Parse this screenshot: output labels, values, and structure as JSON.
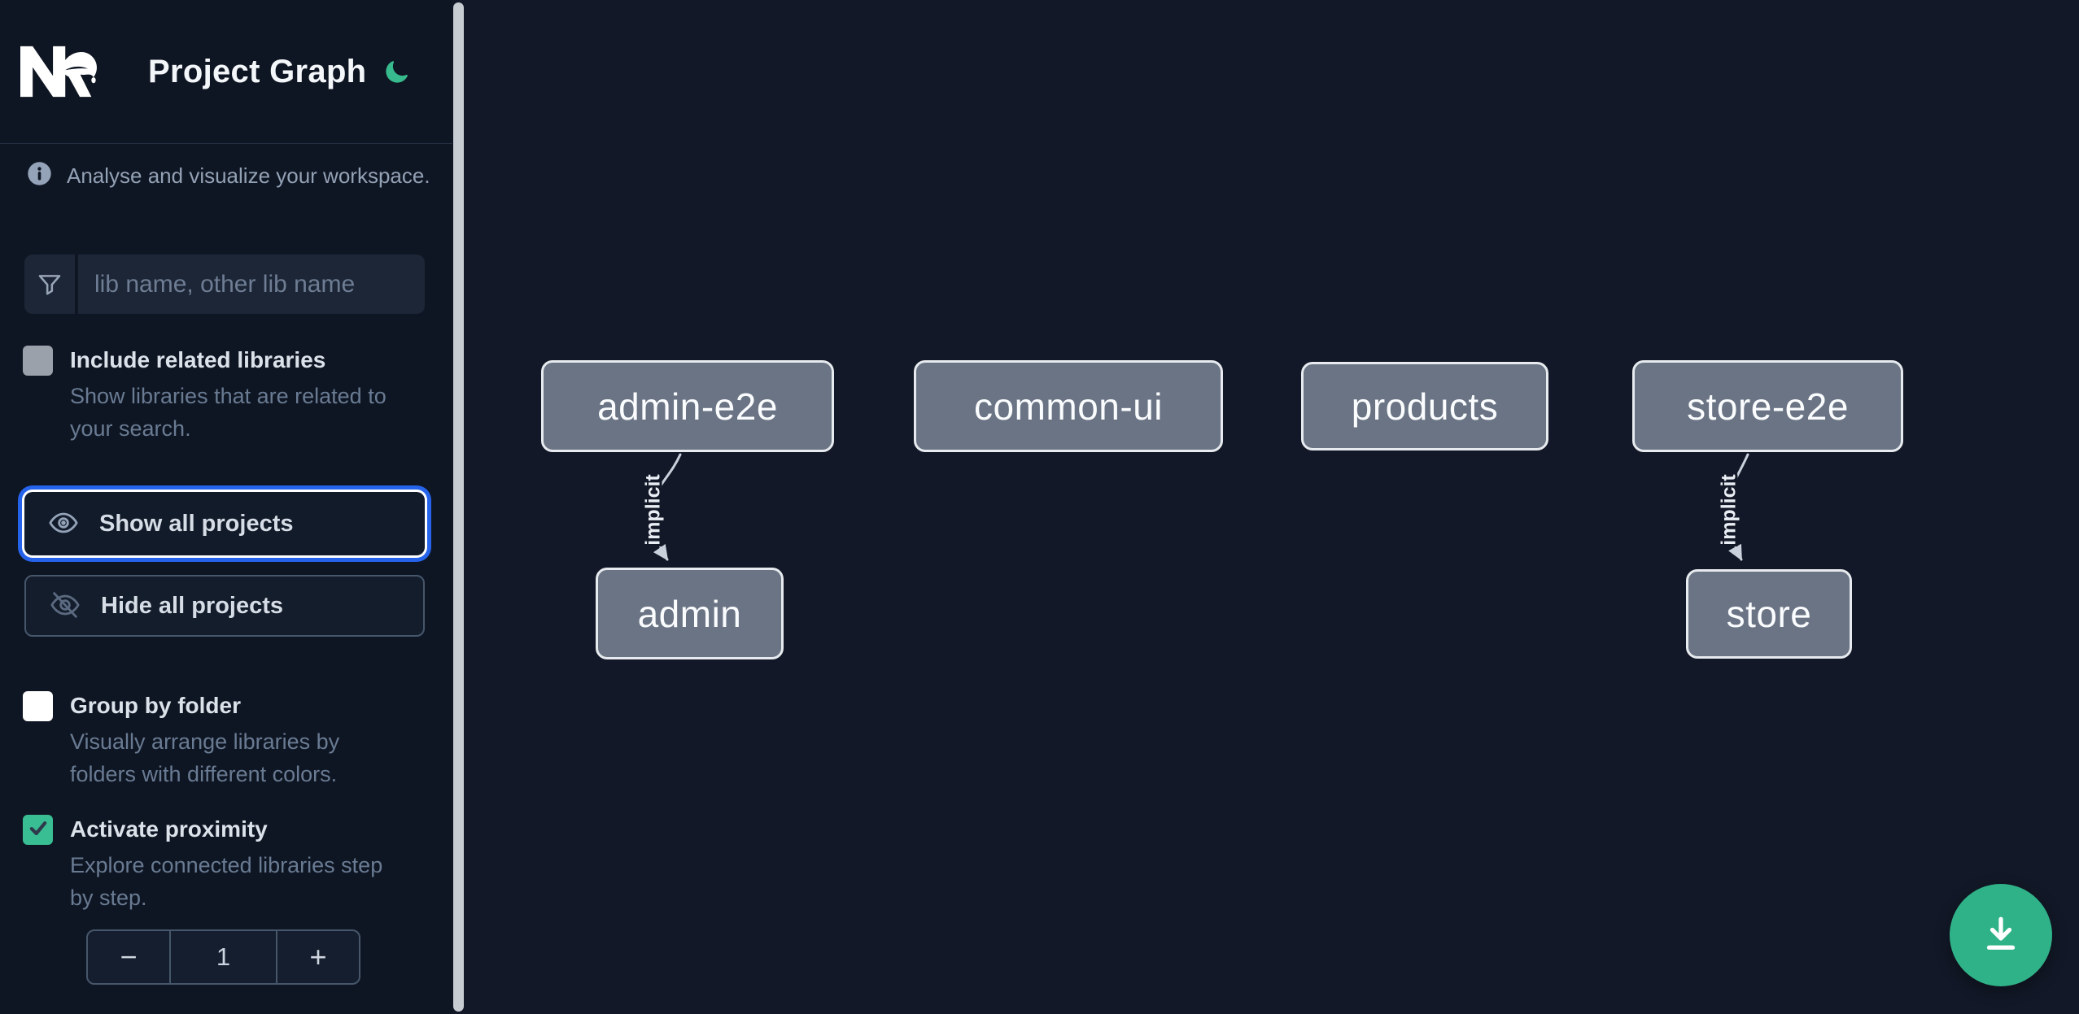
{
  "app": {
    "title": "Project Graph"
  },
  "info_banner": {
    "text": "Analyse and visualize your workspace."
  },
  "search": {
    "placeholder": "lib name, other lib name",
    "value": ""
  },
  "filters": {
    "include_related": {
      "label": "Include related libraries",
      "description": "Show libraries that are related to\nyour search.",
      "checked": false
    },
    "group_by_folder": {
      "label": "Group by folder",
      "description": "Visually arrange libraries by\nfolders with different colors.",
      "checked": false
    },
    "activate_proximity": {
      "label": "Activate proximity",
      "description": "Explore connected libraries step\nby step.",
      "checked": true
    }
  },
  "buttons": {
    "show_all": "Show all projects",
    "hide_all": "Hide all projects"
  },
  "proximity_stepper": {
    "decrement": "−",
    "value": "1",
    "increment": "+"
  },
  "graph": {
    "nodes": [
      {
        "id": "admin-e2e",
        "label": "admin-e2e"
      },
      {
        "id": "common-ui",
        "label": "common-ui"
      },
      {
        "id": "products",
        "label": "products"
      },
      {
        "id": "store-e2e",
        "label": "store-e2e"
      },
      {
        "id": "admin",
        "label": "admin"
      },
      {
        "id": "store",
        "label": "store"
      }
    ],
    "edges": [
      {
        "source": "admin-e2e",
        "target": "admin",
        "label": "implicit"
      },
      {
        "source": "store-e2e",
        "target": "store",
        "label": "implicit"
      }
    ]
  },
  "colors": {
    "accent_green": "#2fb287",
    "checkbox_green": "#39bd92",
    "focus_blue": "#2563eb",
    "node_fill": "#6a7484",
    "node_border": "#e7ebef",
    "edge": "#c9d2dc",
    "sidebar_bg": "#0f1623",
    "canvas_bg": "#121827"
  }
}
